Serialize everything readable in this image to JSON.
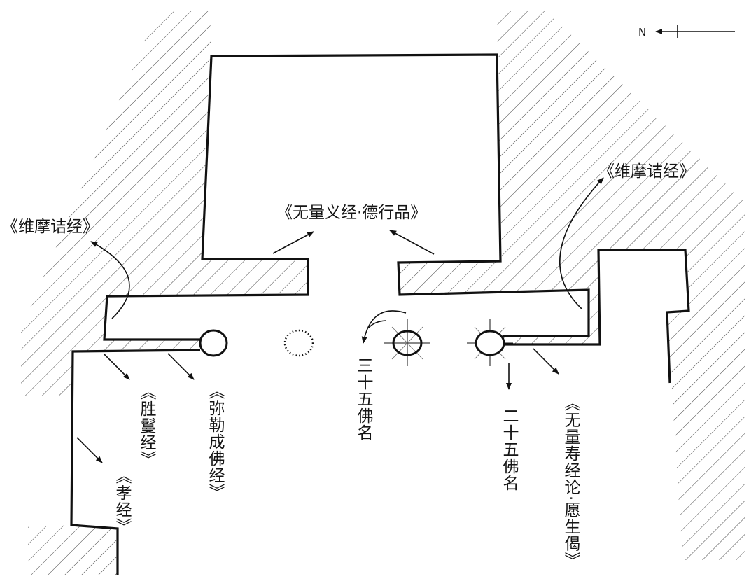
{
  "compass": {
    "label": "N"
  },
  "labels": {
    "weimo_left": "《维摩诘经》",
    "weimo_right": "《维摩诘经》",
    "wuliangyi": "《无量义经·德行品》",
    "shengman": "《胜鬘经》",
    "mile": "《弥勒成佛经》",
    "xiaojing": "《孝经》",
    "sanshiwu": "三十五佛名",
    "ershiwu": "二十五佛名",
    "wuliangshou": "《无量寿经论·愿生偈》"
  },
  "colors": {
    "line": "#111111",
    "hatch": "#444444",
    "background": "#ffffff"
  }
}
